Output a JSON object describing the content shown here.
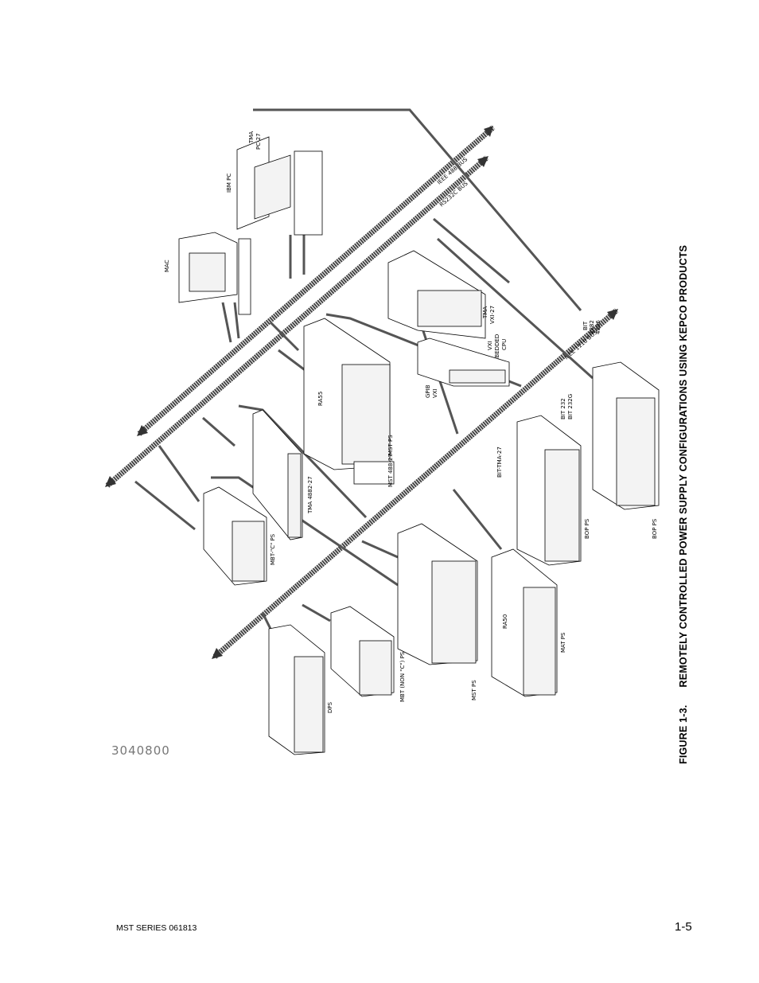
{
  "caption": {
    "number": "FIGURE 1-3.",
    "title": "REMOTELY CONTROLLED POWER SUPPLY CONFIGURATIONS USING KEPCO PRODUCTS"
  },
  "drawing_number": "3040800",
  "footer": {
    "left": "MST SERIES 061813",
    "right": "1-5"
  },
  "buses": {
    "ieee488": "IEEE 488 BUS",
    "rs232": "RS232C BUS",
    "vxi": "IEEE 1118 BUS"
  },
  "devices": {
    "ibm_pc": "IBM PC",
    "tma_pc27_a": "TMA",
    "tma_pc27_b": "PC-27",
    "mac": "MAC",
    "tma_vxi27_a": "TMA",
    "tma_vxi27_b": "VXI-27",
    "vxi_cpu_a": "VXI",
    "vxi_cpu_b": "EMBEDDED",
    "vxi_cpu_c": "CPU",
    "gpib_vxi_a": "GPIB",
    "gpib_vxi_b": "VXI",
    "bit_4882_a": "BIT",
    "bit_4882_b": "4882",
    "bit_4882_c": "4886",
    "bit_232_a": "BIT 232",
    "bit_232_b": "BIT 232G",
    "ra55": "RA55",
    "mst_ps_top": "MST PS",
    "mst_488_27": "MST 488-27",
    "bit_tma_27": "BIT-TMA-27",
    "bop_ps_a": "BOP PS",
    "bop_ps_b": "BOP PS",
    "tma_4882_27": "TMA 4882-27",
    "mbt_c_ps": "MBT-\"C\" PS",
    "mst_ps_bottom": "MST PS",
    "ra50": "RA50",
    "mat_ps": "MAT PS",
    "mbt_non_c_ps": "MBT (NON \"C\") PS",
    "dps": "DPS"
  }
}
